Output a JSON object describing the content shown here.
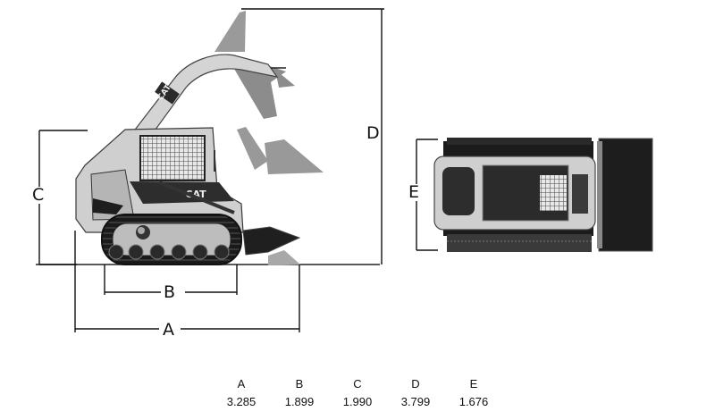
{
  "dimension_labels": {
    "A": "A",
    "B": "B",
    "C": "C",
    "D": "D",
    "E": "E"
  },
  "brand": {
    "logo_text": "CAT"
  },
  "spec_table": {
    "columns": [
      {
        "header": "A",
        "value": "3.285"
      },
      {
        "header": "B",
        "value": "1.899"
      },
      {
        "header": "C",
        "value": "1.990"
      },
      {
        "header": "D",
        "value": "3.799"
      },
      {
        "header": "E",
        "value": "1.676"
      }
    ]
  }
}
